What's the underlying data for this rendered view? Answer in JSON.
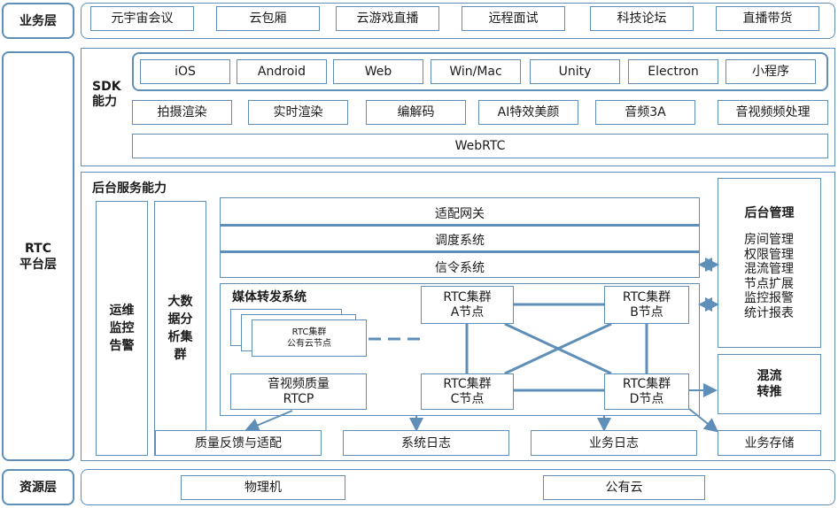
{
  "layers": {
    "business": "业务层",
    "rtc": "RTC\n平台层",
    "resource": "资源层"
  },
  "business_items": [
    "元宇宙会议",
    "云包厢",
    "云游戏直播",
    "远程面试",
    "科技论坛",
    "直播带货"
  ],
  "sdk": {
    "title": "SDK\n能力",
    "platforms": [
      "iOS",
      "Android",
      "Web",
      "Win/Mac",
      "Unity",
      "Electron",
      "小程序"
    ],
    "capabilities": [
      "拍摄渲染",
      "实时渲染",
      "编解码",
      "AI特效美颜",
      "音频3A",
      "音视频频处理"
    ],
    "webrtc": "WebRTC"
  },
  "backend": {
    "title": "后台服务能力",
    "ops": "运维\n监控\n告警",
    "bigdata": "大数\n据分\n析集\n群",
    "gateway": "适配网关",
    "scheduler": "调度系统",
    "signaling": "信令系统",
    "media_system": "媒体转发系统",
    "cloud_node": "RTC集群\n公有云节点",
    "quality": "音视频质量\nRTCP",
    "nodes": [
      "RTC集群\nA节点",
      "RTC集群\nB节点",
      "RTC集群\nC节点",
      "RTC集群\nD节点"
    ],
    "management_title": "后台管理",
    "management_items": "房间管理\n权限管理\n混流管理\n节点扩展\n监控报警\n统计报表",
    "mix": "混流\n转推",
    "bottom": [
      "质量反馈与适配",
      "系统日志",
      "业务日志",
      "业务存储"
    ]
  },
  "resources": [
    "物理机",
    "公有云"
  ],
  "colors": {
    "border": "#5f8fb8",
    "text": "#1a1a1a"
  }
}
